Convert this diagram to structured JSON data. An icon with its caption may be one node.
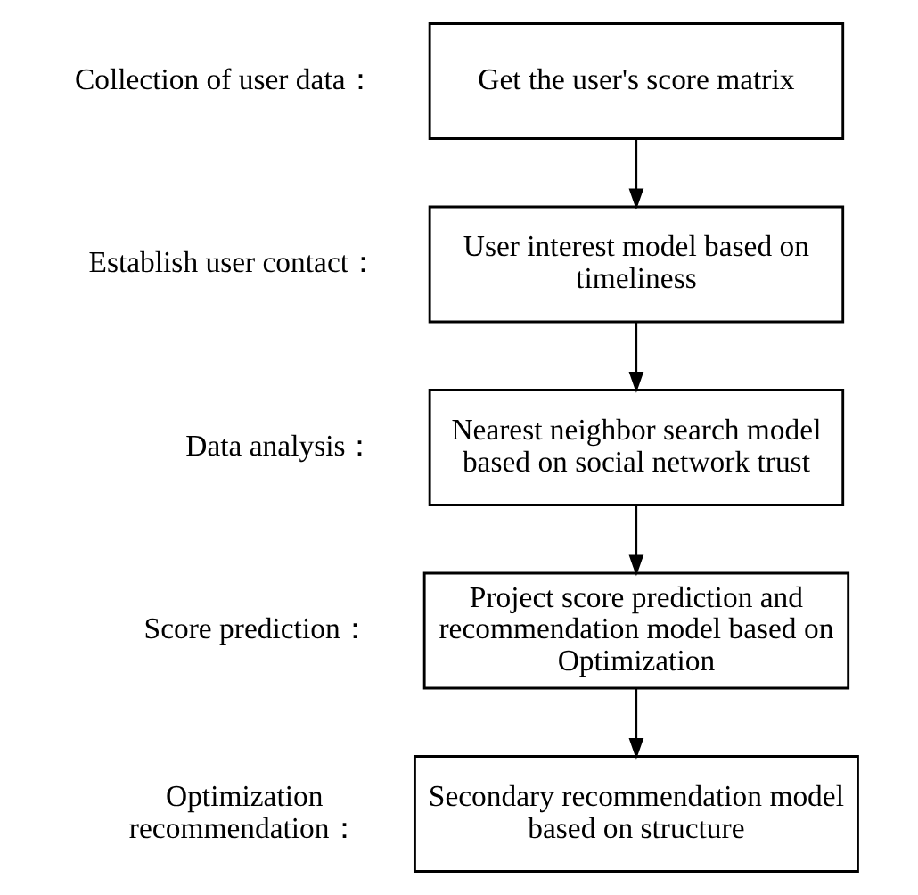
{
  "diagram": {
    "nodes": [
      {
        "text": [
          "Get the user's score matrix"
        ],
        "beside": [
          "Collection of user data："
        ]
      },
      {
        "text": [
          "User interest model based on timeliness"
        ],
        "beside": [
          "Establish user contact："
        ]
      },
      {
        "text": [
          "Nearest neighbor search model based on social network trust"
        ],
        "beside": [
          "Data analysis："
        ]
      },
      {
        "text": [
          "Project score prediction and recommendation model based on Optimization"
        ],
        "beside": [
          "Score prediction："
        ]
      },
      {
        "text": [
          "Secondary recommendation model based on structure"
        ],
        "beside": [
          "Optimization recommendation："
        ]
      }
    ],
    "edges": [
      {
        "from": 0,
        "to": 1,
        "arrow": "to"
      },
      {
        "from": 1,
        "to": 2,
        "arrow": "to"
      },
      {
        "from": 2,
        "to": 3,
        "arrow": "to"
      },
      {
        "from": 3,
        "to": 4,
        "arrow": "to"
      }
    ]
  }
}
